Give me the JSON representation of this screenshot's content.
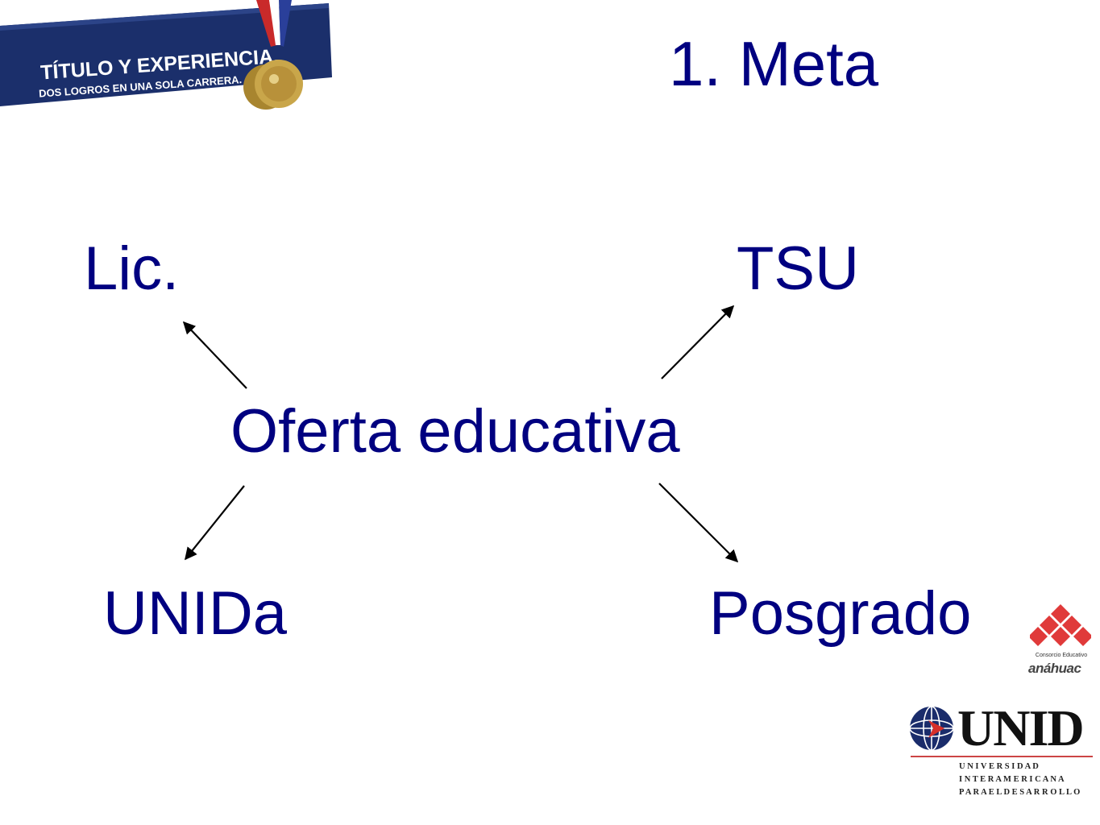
{
  "slide": {
    "title": "1. Meta",
    "center_node": "Oferta educativa",
    "nodes": {
      "top_left": "Lic.",
      "top_right": "TSU",
      "bottom_left": "UNIDa",
      "bottom_right": "Posgrado"
    }
  },
  "banner": {
    "line1": "TÍTULO Y EXPERIENCIA,",
    "line2": "DOS LOGROS EN UNA SOLA CARRERA.",
    "bg_color": "#1b2f6b"
  },
  "logos": {
    "anahuac": {
      "small": "Consorcio Educativo",
      "name": "anáhuac",
      "color": "#e03a3a"
    },
    "unid": {
      "name": "UNID",
      "line1": "U N I V E R S I D A D",
      "line2": "I N T E R A M E R I C A N A",
      "line3": "P A R A   E L   D E S A R R O L L O"
    }
  },
  "colors": {
    "text": "#000080",
    "arrow": "#000000"
  }
}
